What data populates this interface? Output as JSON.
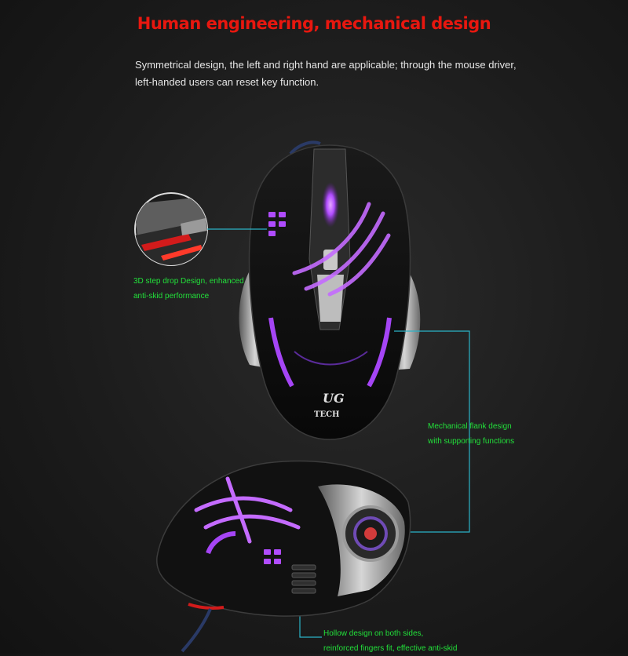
{
  "header": {
    "title": "Human engineering, mechanical design",
    "intro_line1": "Symmetrical design, the left and right hand are applicable; through the mouse driver,",
    "intro_line2": "left-handed users can reset key function."
  },
  "callouts": {
    "step_drop": {
      "line1": "3D step drop Design, enhanced",
      "line2": "anti-skid performance"
    },
    "flank": {
      "line1": "Mechanical flank design",
      "line2": "with supporting functions"
    },
    "hollow": {
      "line1": "Hollow design on both sides,",
      "line2": "reinforced fingers fit, effective anti-skid"
    }
  },
  "logo": {
    "line1": "UG",
    "line2": "TECH"
  },
  "colors": {
    "accent_red": "#e8170f",
    "callout_green": "#22e03a",
    "leader_line": "#2bb3c8",
    "glow_purple": "#b04cff"
  }
}
